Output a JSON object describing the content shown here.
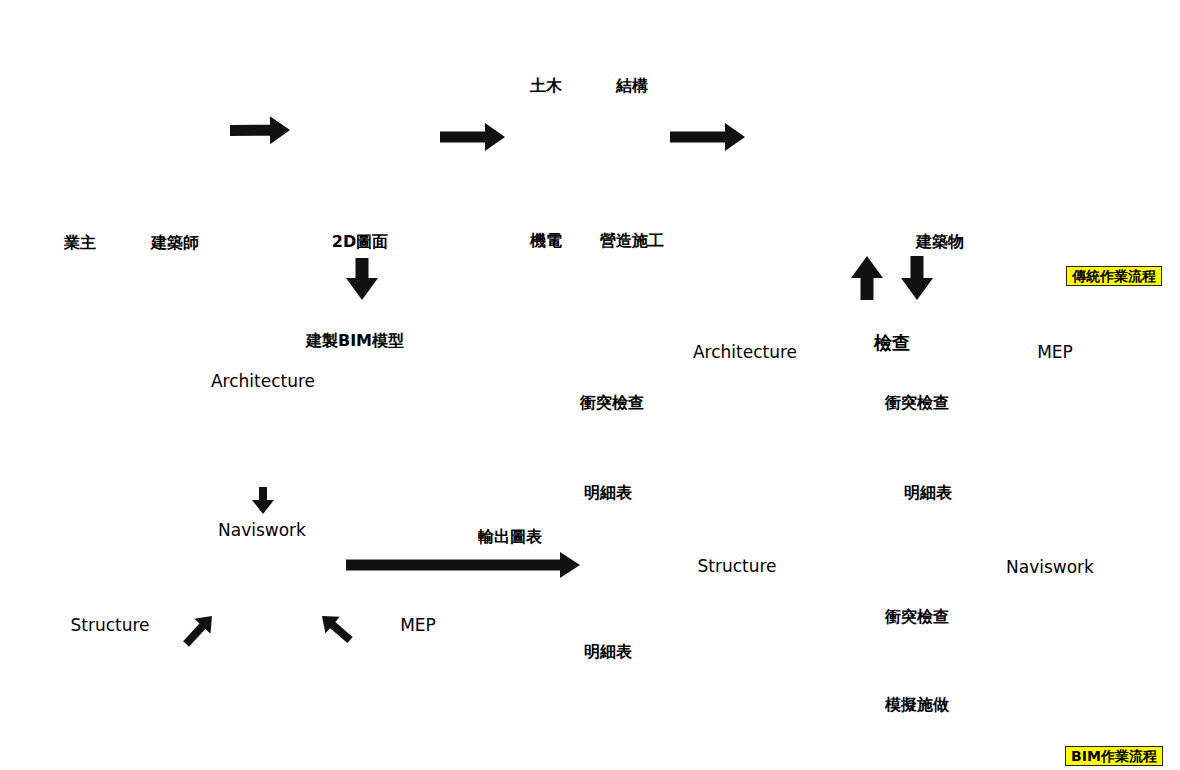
{
  "diagram": {
    "nodes": [
      {
        "text": [
          "傳統作業流程"
        ]
      },
      {
        "text": [
          "業主",
          "建築師"
        ],
        "in": 0
      },
      {
        "text": [
          "2D圖面"
        ],
        "in": 0
      },
      {
        "text": [
          "土木",
          "結構",
          "機電",
          "營造施工"
        ],
        "in": 0
      },
      {
        "text": [
          "建築物"
        ],
        "in": 0
      },
      {
        "text": [
          "BIM作業流程"
        ]
      },
      {
        "text": [
          "Architecture"
        ],
        "in": 5
      },
      {
        "text": [
          "Naviswork"
        ],
        "in": 5
      },
      {
        "text": [
          "Structure"
        ],
        "in": 5
      },
      {
        "text": [
          "MEP"
        ],
        "in": 5
      },
      {
        "text": [
          "Architecture",
          "衝突檢查"
        ],
        "in": 5
      },
      {
        "text": [
          "明細表"
        ],
        "in": 5
      },
      {
        "text": [
          "Structure",
          "明細表"
        ],
        "in": 5
      },
      {
        "text": [
          "MEP",
          "衝突檢查"
        ],
        "in": 5
      },
      {
        "text": [
          "明細表"
        ],
        "in": 5
      },
      {
        "text": [
          "Naviswork",
          "衝突檢查"
        ],
        "in": 5
      },
      {
        "text": [
          "模擬施做"
        ],
        "in": 5
      }
    ],
    "edges": [
      {
        "from": 1,
        "to": 2,
        "arrow": "to"
      },
      {
        "from": 2,
        "to": 3,
        "arrow": "to"
      },
      {
        "from": 3,
        "to": 4,
        "arrow": "to"
      },
      {
        "from": 2,
        "to": 5,
        "arrow": "to",
        "label": "建製BIM模型"
      },
      {
        "from": 6,
        "to": 7,
        "arrow": "to"
      },
      {
        "from": 8,
        "to": 7,
        "arrow": "to"
      },
      {
        "from": 9,
        "to": 7,
        "arrow": "to"
      },
      {
        "from": 7,
        "to": 12,
        "arrow": "to",
        "label": "輸出圖表"
      },
      {
        "from": 5,
        "to": 4,
        "arrow": "to",
        "label": "檢查"
      },
      {
        "from": 4,
        "to": 5,
        "arrow": "to"
      }
    ]
  }
}
